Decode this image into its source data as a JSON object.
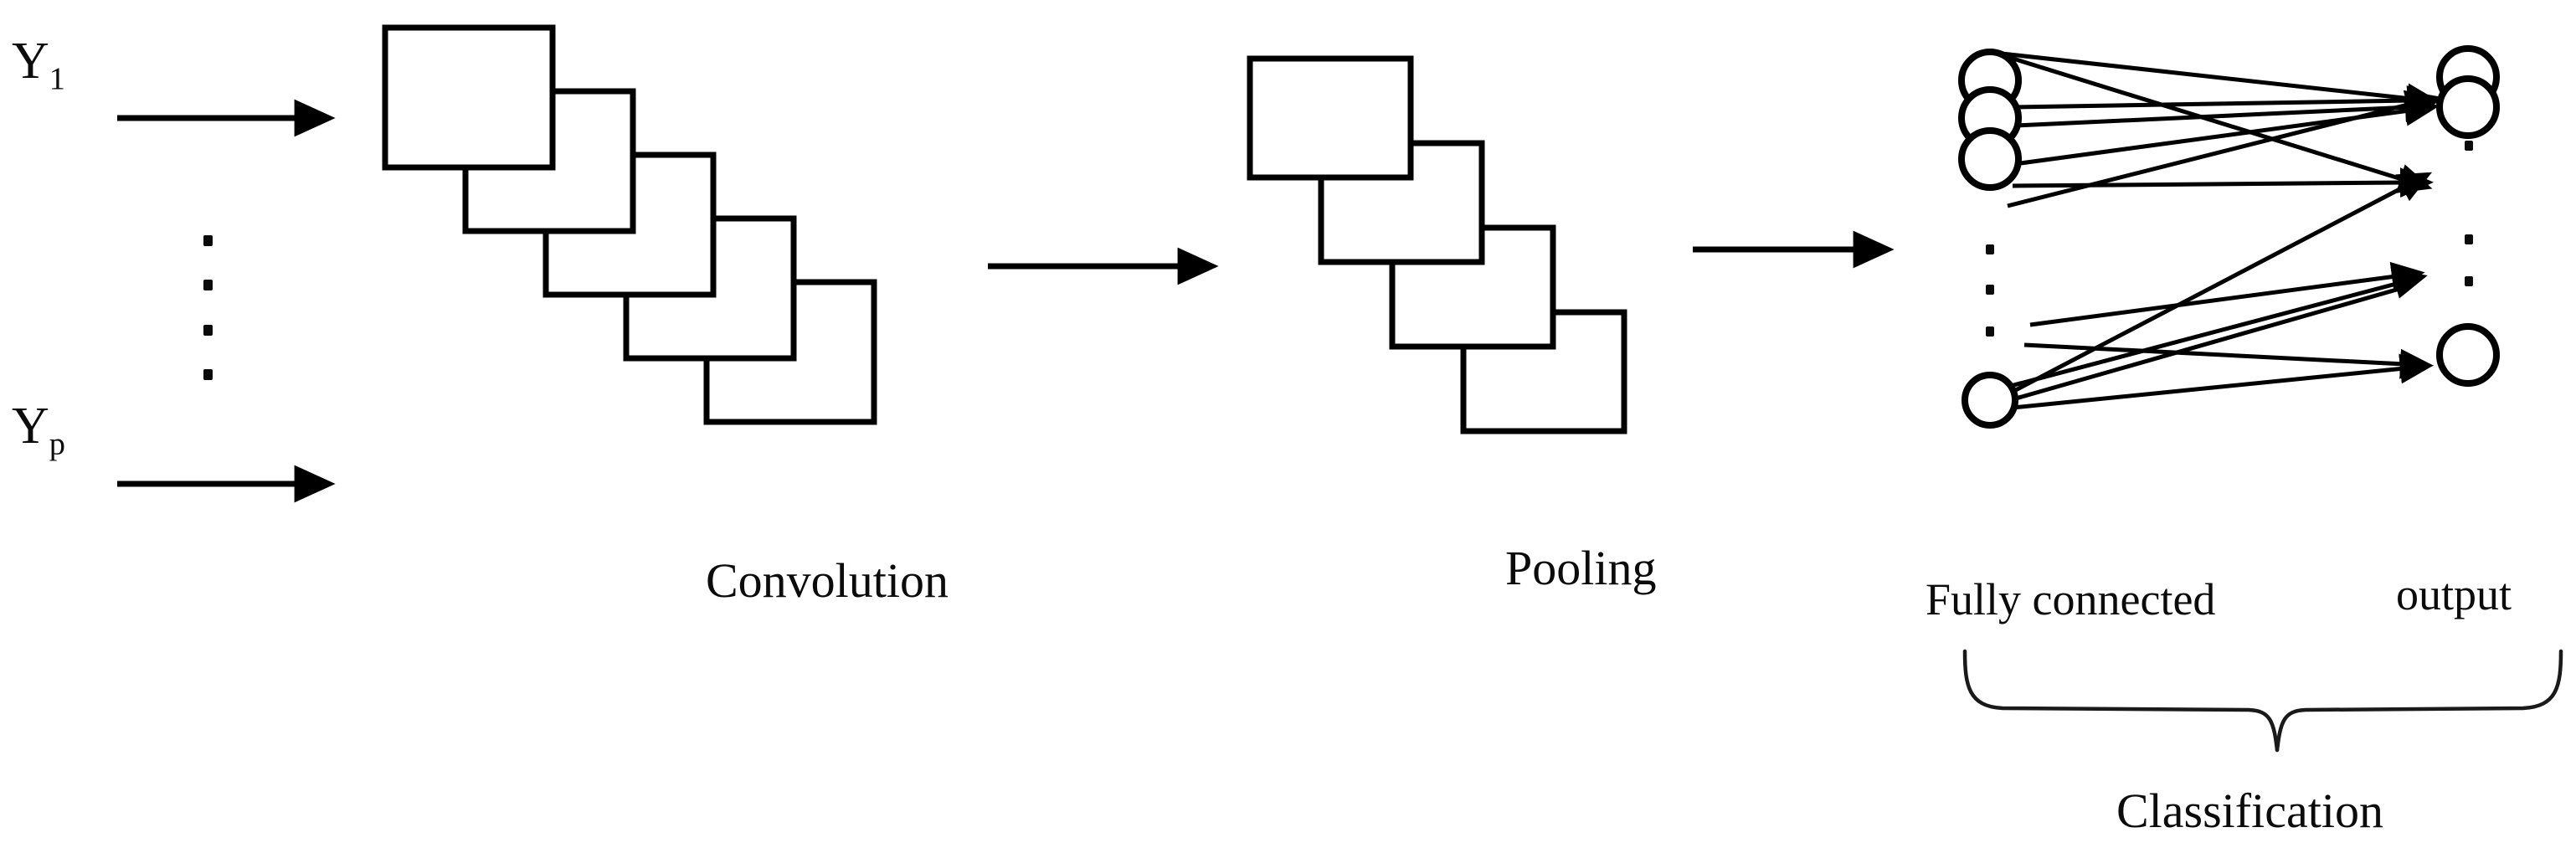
{
  "figure": {
    "type": "cnn-architecture-diagram",
    "title": "Convolutional Neural Network architecture",
    "line_color": "#000000",
    "fill_color": "#ffffff",
    "background": "#ffffff"
  },
  "inputs": {
    "first_label": "Y",
    "first_subscript": "1",
    "last_label": "Y",
    "last_subscript": "p",
    "ellipsis_dot_count": 4,
    "arrow_count": 2
  },
  "stages": [
    {
      "name": "convolution",
      "label": "Convolution",
      "feature_map_count": 5,
      "shape": "rectangle-stack"
    },
    {
      "name": "pooling",
      "label": "Pooling",
      "feature_map_count": 4,
      "shape": "rectangle-stack"
    },
    {
      "name": "fully-connected",
      "label": "Fully connected",
      "visible_node_count": 4,
      "shape": "circle-stack"
    },
    {
      "name": "output",
      "label": "output",
      "visible_node_count": 3,
      "shape": "circle-stack"
    }
  ],
  "connectors": {
    "conv_to_pool_arrow": "arrow-right",
    "pool_to_fc_arrow": "arrow-right"
  },
  "grouping": {
    "brace_label": "Classification",
    "brace_orientation": "top-curly-brace",
    "covers": [
      "Fully connected",
      "output"
    ]
  },
  "labels": {
    "convolution": "Convolution",
    "pooling": "Pooling",
    "fully_connected": "Fully connected",
    "output": "output",
    "classification": "Classification"
  }
}
